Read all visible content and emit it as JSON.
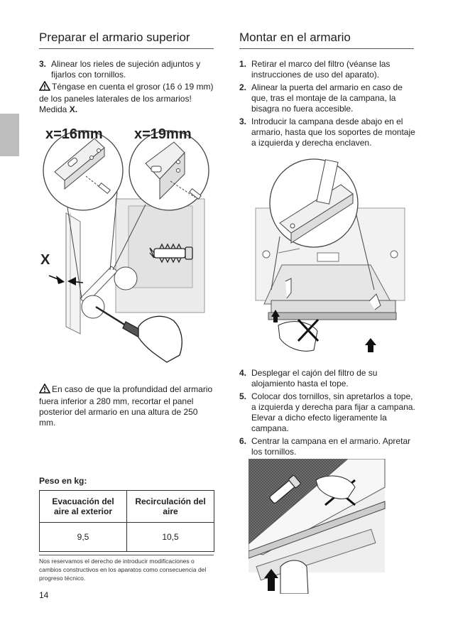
{
  "left": {
    "title": "Preparar el armario superior",
    "step3_num": "3.",
    "step3_text": "Alinear los rieles de sujeción adjuntos y fijarlos con tornillos.",
    "note1_text": "Téngase en cuenta el grosor (16 ó 19 mm) de los paneles laterales de los armarios! Medida ",
    "note1_bold": "X.",
    "fig_label_16": "x=16mm",
    "fig_label_19": "x=19mm",
    "fig_label_x": "X",
    "note2_text": "En caso de que la profundidad del armario fuera inferior a 280 mm, recortar el panel posterior del armario en una altura de 250 mm.",
    "weight_title": "Peso en kg:",
    "table": {
      "headers": [
        "Evacuación del aire al exterior",
        "Recirculación del aire"
      ],
      "values": [
        "9,5",
        "10,5"
      ]
    },
    "footnote": "Nos reservamos el derecho de introducir modificaciones o cambios constructivos en los aparatos como consecuencia del progreso técnico.",
    "page_number": "14"
  },
  "right": {
    "title": "Montar en el armario",
    "steps_a": [
      {
        "num": "1.",
        "text": "Retirar el marco del filtro (véanse las instrucciones de uso del aparato)."
      },
      {
        "num": "2.",
        "text": "Alinear la puerta del armario en caso de que, tras el montaje de la campana, la bisagra no fuera accesible."
      },
      {
        "num": "3.",
        "text": "Introducir la campana desde abajo en el armario, hasta que los soportes de montaje a izquierda y derecha enclaven."
      }
    ],
    "steps_b": [
      {
        "num": "4.",
        "text": "Desplegar el cajón del filtro de su alojamiento hasta el tope."
      },
      {
        "num": "5.",
        "text": "Colocar dos tornillos, sin apretarlos a tope, a izquierda y derecha para fijar a campana. Elevar a dicho efecto ligeramente la campana."
      },
      {
        "num": "6.",
        "text": "Centrar la campana en el armario. Apretar los tornillos."
      }
    ]
  }
}
